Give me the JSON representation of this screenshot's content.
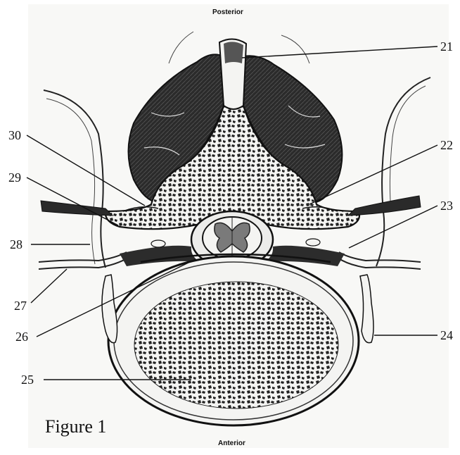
{
  "orientation": {
    "top": "Posterior",
    "bottom": "Anterior"
  },
  "figure_caption": "Figure 1",
  "callouts": [
    {
      "id": "21",
      "label": "21"
    },
    {
      "id": "22",
      "label": "22"
    },
    {
      "id": "23",
      "label": "23"
    },
    {
      "id": "24",
      "label": "24"
    },
    {
      "id": "25",
      "label": "25"
    },
    {
      "id": "26",
      "label": "26"
    },
    {
      "id": "27",
      "label": "27"
    },
    {
      "id": "28",
      "label": "28"
    },
    {
      "id": "29",
      "label": "29"
    },
    {
      "id": "30",
      "label": "30"
    }
  ],
  "colors": {
    "ink": "#1a1a1a",
    "muscle": "#2e2e2e",
    "bone": "#f4f4f2",
    "cord_gray": "#7a7a7a",
    "paper": "#f7f7f5"
  }
}
